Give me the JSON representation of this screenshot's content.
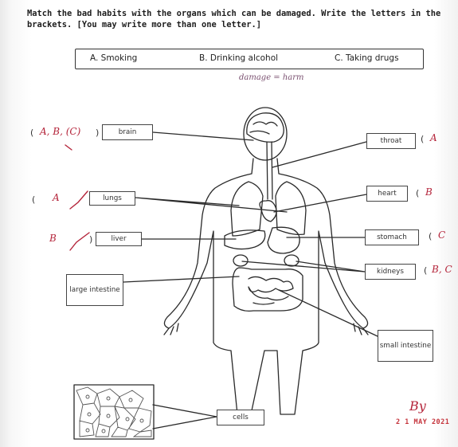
{
  "instructions": "Match the bad habits with the organs which can be damaged. Write the letters in the brackets. [You may write more than one letter.]",
  "options": [
    {
      "text": "A. Smoking"
    },
    {
      "text": "B. Drinking alcohol"
    },
    {
      "text": "C. Taking drugs"
    }
  ],
  "handwritten_note": "damage = harm",
  "labels": {
    "brain": "brain",
    "throat": "throat",
    "lungs": "lungs",
    "heart": "heart",
    "liver": "liver",
    "stomach": "stomach",
    "kidneys": "kidneys",
    "large_intestine": "large intestine",
    "small_intestine": "small intestine",
    "cells": "cells"
  },
  "answers": {
    "brain": "A, B, (C)",
    "throat": "A",
    "lungs": "A",
    "heart": "B",
    "liver": "B",
    "stomach": "C",
    "kidneys": "B, C"
  },
  "teacher_initials": "By",
  "date_stamp": "2 1 MAY 2021",
  "colors": {
    "ink": "#222222",
    "red_pen": "#b4243a",
    "stamp": "#c5343c",
    "pencil": "#7a5070"
  }
}
